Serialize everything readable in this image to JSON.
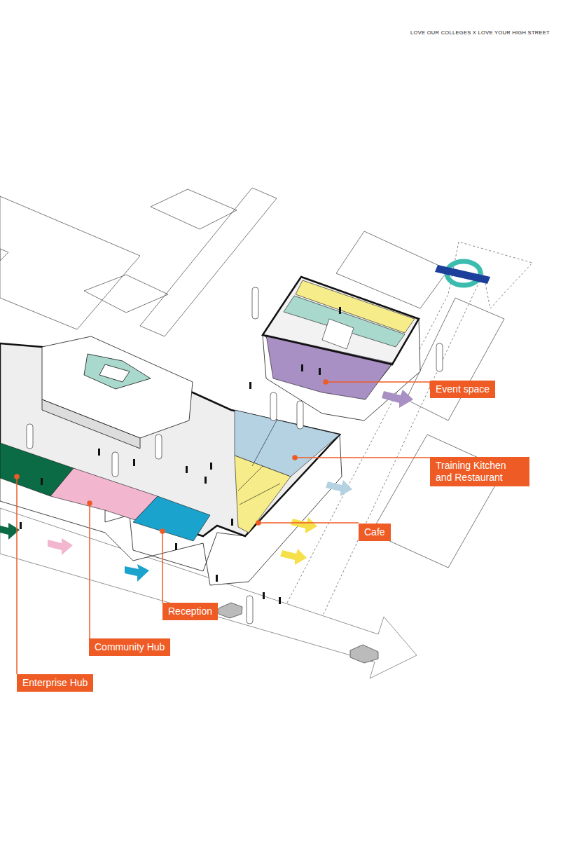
{
  "diagram": {
    "nodes": [
      {
        "text": [
          "Event space"
        ]
      },
      {
        "text": [
          "Training Kitchen and Restaurant"
        ]
      },
      {
        "text": [
          "Cafe"
        ]
      },
      {
        "text": [
          "Reception"
        ]
      },
      {
        "text": [
          "Community Hub"
        ]
      },
      {
        "text": [
          "Enterprise Hub"
        ]
      }
    ],
    "labels": [
      "LOVE OUR COLLEGES X LOVE YOUR HIGH STREET"
    ]
  }
}
